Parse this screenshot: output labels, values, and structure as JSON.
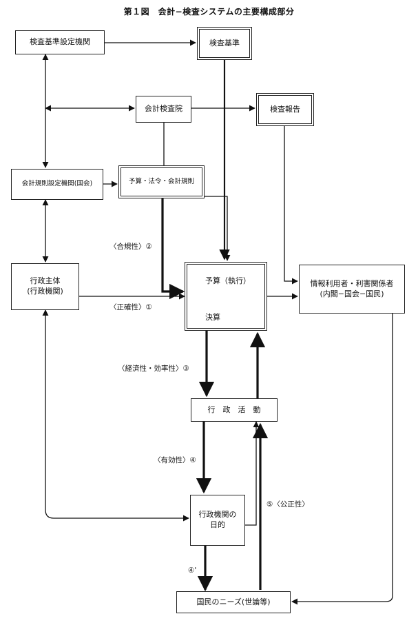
{
  "title": "第１図　会計−検査システムの主要構成部分",
  "nodes": {
    "standard_setting_body": "検査基準設定機関",
    "audit_standards": "検査基準",
    "board_of_audit": "会計検査院",
    "audit_report": "検査報告",
    "accounting_rule_body": "会計規則設定機関(国会)",
    "budget_laws_rules": "予算・法令・会計規則",
    "administrative_entity": "行政主体",
    "administrative_entity_sub": "(行政機関)",
    "budget_execution": "予算（執行）",
    "settlement": "決算",
    "information_users": "情報利用者・利害関係者",
    "information_users_sub": "(内閣−国会−国民)",
    "administrative_activity": "行　政　活　動",
    "agency_purpose_1": "行政機関の",
    "agency_purpose_2": "日的",
    "public_needs": "国民のニーズ(世論等)"
  },
  "labels": {
    "legality": "〈合規性〉②",
    "accuracy": "〈正確性〉①",
    "economy_efficiency": "〈経済性・効率性〉③",
    "effectiveness": "〈有効性〉④",
    "fairness": "⑤〈公正性〉",
    "four_prime": "④'"
  }
}
